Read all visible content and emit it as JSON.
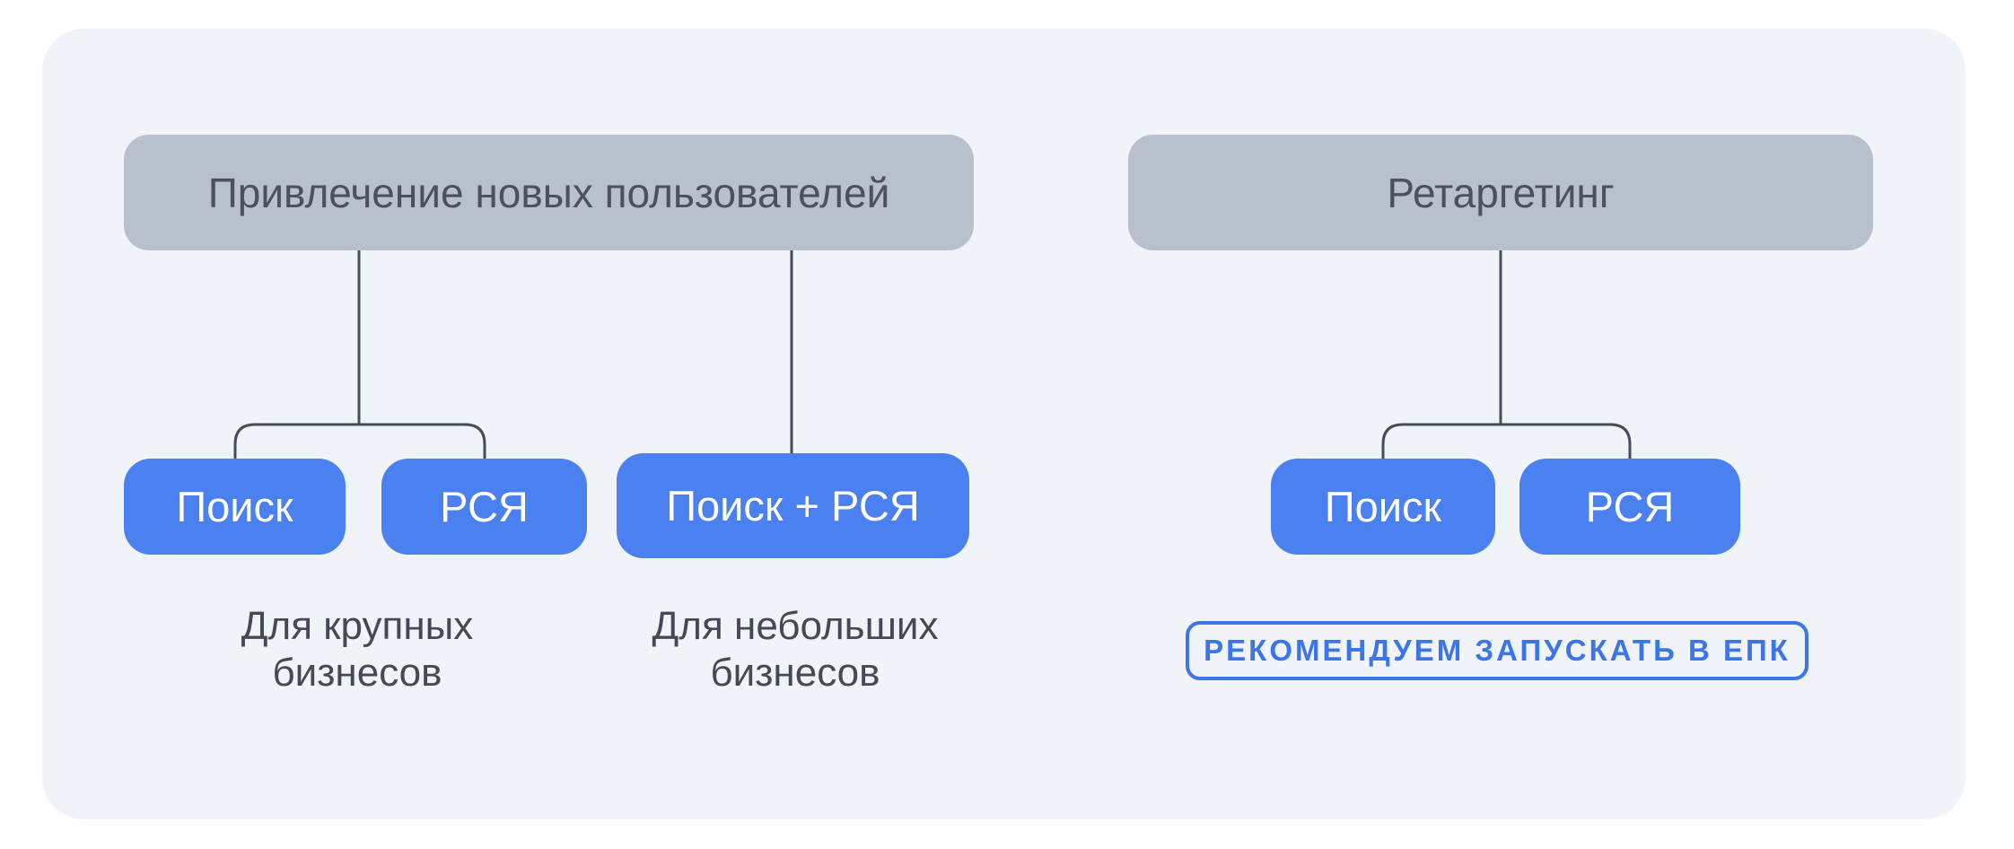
{
  "diagram": {
    "acquisition": {
      "parent_label": "Привлечение новых пользователей",
      "search_label": "Поиск",
      "rsya_label": "РСЯ",
      "combo_label": "Поиск + РСЯ",
      "caption_large": "Для крупных\nбизнесов",
      "caption_small": "Для небольших\nбизнесов"
    },
    "retargeting": {
      "parent_label": "Ретаргетинг",
      "search_label": "Поиск",
      "rsya_label": "РСЯ",
      "badge_label": "РЕКОМЕНДУЕМ ЗАПУСКАТЬ В ЕПК"
    },
    "colors": {
      "board_background": "#f0f3f8",
      "parent_node_fill": "#b9c0cd",
      "parent_node_text": "#4b5160",
      "child_node_fill": "#4a80f0",
      "child_node_text": "#ffffff",
      "caption_text": "#434956",
      "connector_line": "#474c5b",
      "badge_accent": "#3c75ea"
    }
  }
}
